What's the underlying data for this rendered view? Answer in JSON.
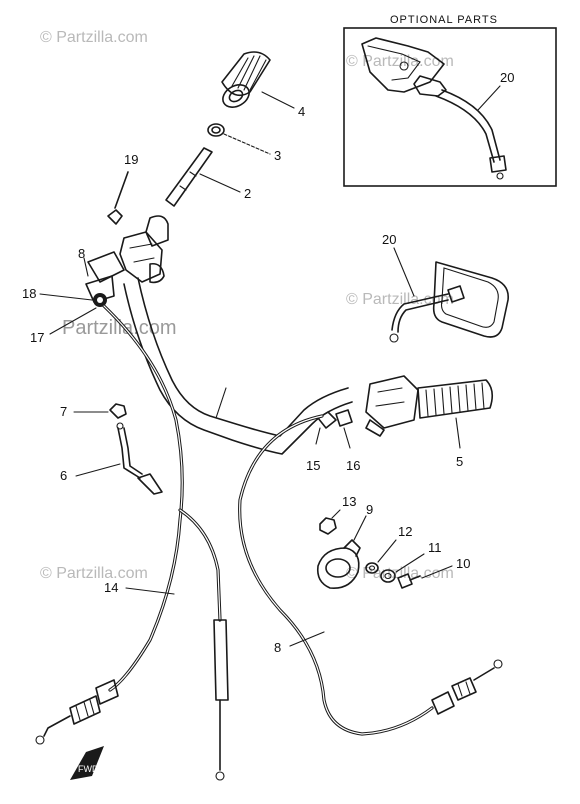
{
  "watermark": {
    "text": "© Partzilla.com",
    "text_short": "Partzilla.com",
    "color": "#b9b9b9"
  },
  "optional_parts": {
    "title": "OPTIONAL PARTS",
    "callout": "20"
  },
  "callouts": [
    {
      "id": "c1",
      "label": "4"
    },
    {
      "id": "c2",
      "label": "3"
    },
    {
      "id": "c3",
      "label": "2"
    },
    {
      "id": "c4",
      "label": "19"
    },
    {
      "id": "c5",
      "label": "8"
    },
    {
      "id": "c6",
      "label": "18"
    },
    {
      "id": "c7",
      "label": "17"
    },
    {
      "id": "c8",
      "label": "7"
    },
    {
      "id": "c9",
      "label": "6"
    },
    {
      "id": "c10",
      "label": "14"
    },
    {
      "id": "c11",
      "label": "20"
    },
    {
      "id": "c12",
      "label": "5"
    },
    {
      "id": "c13",
      "label": "15"
    },
    {
      "id": "c14",
      "label": "16"
    },
    {
      "id": "c15",
      "label": "13"
    },
    {
      "id": "c16",
      "label": "9"
    },
    {
      "id": "c17",
      "label": "12"
    },
    {
      "id": "c18",
      "label": "11"
    },
    {
      "id": "c19",
      "label": "10"
    },
    {
      "id": "c20",
      "label": "8"
    }
  ],
  "fwd_mark": "FWD"
}
